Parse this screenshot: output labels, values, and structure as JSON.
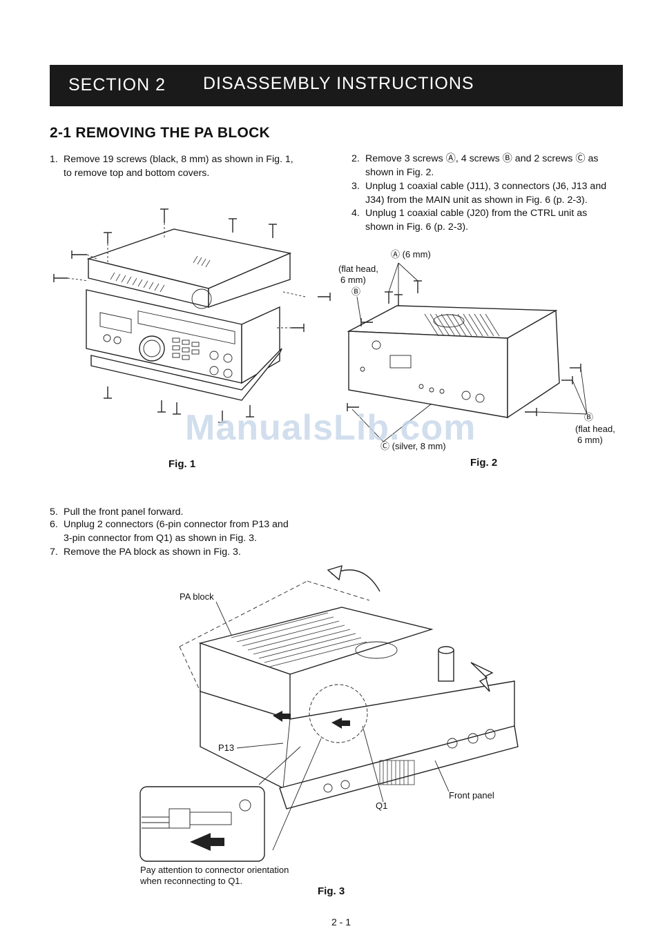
{
  "header": {
    "section": "SECTION  2",
    "title": "DISASSEMBLY INSTRUCTIONS"
  },
  "subsection": {
    "title": "2-1 REMOVING THE PA BLOCK"
  },
  "steps_left": [
    {
      "num": "1.",
      "lines": [
        "Remove 19 screws (black, 8 mm) as shown in Fig. 1,",
        "to remove top and bottom covers."
      ]
    }
  ],
  "steps_right": [
    {
      "num": "2.",
      "lines": [
        "Remove 3 screws Ⓐ, 4 screws Ⓑ and 2 screws Ⓒ as",
        "shown in Fig. 2."
      ]
    },
    {
      "num": "3.",
      "lines": [
        "Unplug 1 coaxial cable (J11), 3 connectors (J6, J13 and",
        "J34) from the MAIN unit as shown in Fig. 6 (p. 2-3)."
      ]
    },
    {
      "num": "4.",
      "lines": [
        "Unplug 1 coaxial cable (J20) from the CTRL unit as",
        "shown in Fig. 6 (p. 2-3)."
      ]
    }
  ],
  "steps_lower": [
    {
      "num": "5.",
      "lines": [
        "Pull the front panel forward."
      ]
    },
    {
      "num": "6.",
      "lines": [
        "Unplug 2 connectors (6-pin connector from P13 and",
        "3-pin connector from Q1) as shown in Fig. 3."
      ]
    },
    {
      "num": "7.",
      "lines": [
        "Remove the PA block as shown in Fig. 3."
      ]
    }
  ],
  "fig2_labels": {
    "a": "Ⓐ (6 mm)",
    "flat_head_left_1": "(flat head,",
    "flat_head_left_2": "6 mm)",
    "b_left": "Ⓑ",
    "b_right": "Ⓑ",
    "flat_head_right_1": "(flat head,",
    "flat_head_right_2": "6 mm)",
    "c": "Ⓒ (silver, 8 mm)"
  },
  "fig3_labels": {
    "pa_block": "PA block",
    "p13": "P13",
    "q1": "Q1",
    "front_panel": "Front panel",
    "note_1": "Pay attention to connector orientation",
    "note_2": "when reconnecting to Q1."
  },
  "captions": {
    "fig1": "Fig. 1",
    "fig2": "Fig. 2",
    "fig3": "Fig. 3"
  },
  "watermark": "ManualsLib.com",
  "page_number": "2 - 1"
}
